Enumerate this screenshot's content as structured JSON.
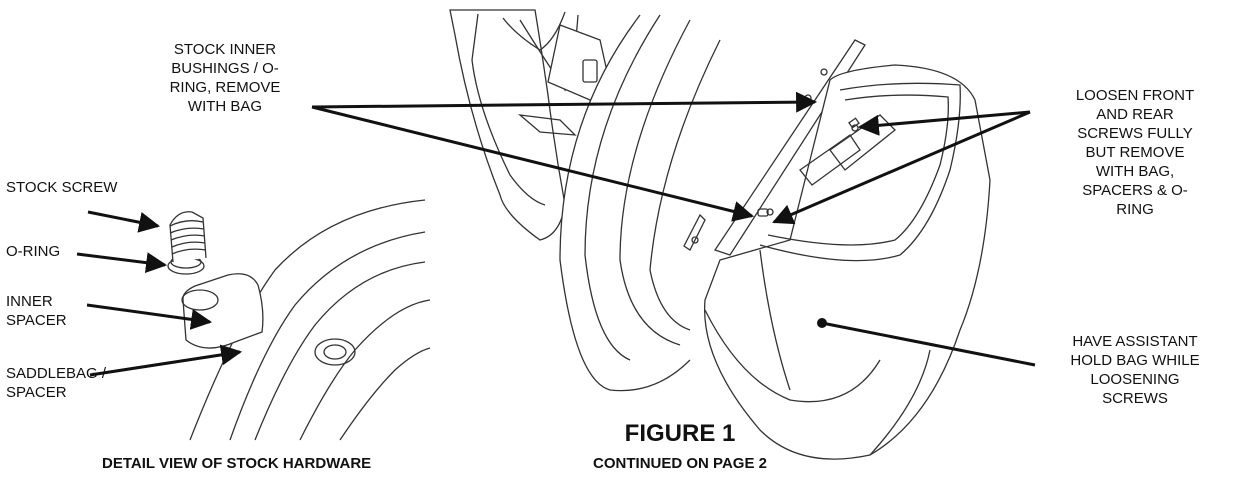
{
  "callouts": {
    "stock_inner_bushings": [
      "STOCK INNER",
      "BUSHINGS / O-",
      "RING, REMOVE",
      "WITH BAG"
    ],
    "loosen_screws": [
      "LOOSEN FRONT",
      "AND REAR",
      "SCREWS FULLY",
      "BUT REMOVE",
      "WITH BAG,",
      "SPACERS & O-",
      "RING"
    ],
    "have_assistant": [
      "HAVE ASSISTANT",
      "HOLD BAG WHILE",
      "LOOSENING",
      "SCREWS"
    ],
    "stock_screw": [
      "STOCK SCREW"
    ],
    "o_ring": [
      "O-RING"
    ],
    "inner_spacer": [
      "INNER",
      "SPACER"
    ],
    "saddlebag_spacer": [
      "SADDLEBAG /",
      "SPACER"
    ]
  },
  "captions": {
    "detail_view": "DETAIL VIEW OF STOCK HARDWARE",
    "figure_title": "FIGURE 1",
    "continued": "CONTINUED ON PAGE 2"
  }
}
